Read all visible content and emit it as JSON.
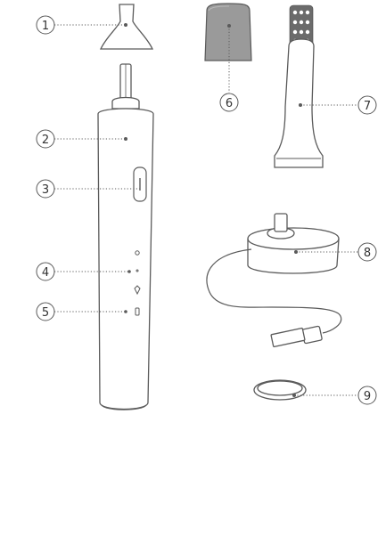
{
  "callouts": [
    {
      "id": "1",
      "label": "1"
    },
    {
      "id": "2",
      "label": "2"
    },
    {
      "id": "3",
      "label": "3"
    },
    {
      "id": "4",
      "label": "4"
    },
    {
      "id": "5",
      "label": "5"
    },
    {
      "id": "6",
      "label": "6"
    },
    {
      "id": "7",
      "label": "7"
    },
    {
      "id": "8",
      "label": "8"
    },
    {
      "id": "9",
      "label": "9"
    }
  ],
  "colors": {
    "line": "#5a5a5a",
    "cap_fill": "#9a9a9a",
    "bristle": "#6b6b6b",
    "background": "#ffffff"
  }
}
